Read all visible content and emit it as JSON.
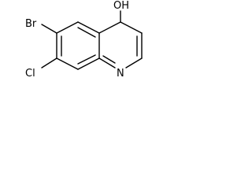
{
  "structure": {
    "atom_labels": {
      "hydroxyl": "OH",
      "bromine": "Br",
      "chlorine": "Cl",
      "nitrogen": "N"
    },
    "colors": {
      "bond": "#000000",
      "label": "#000000",
      "background": "#ffffff"
    }
  }
}
